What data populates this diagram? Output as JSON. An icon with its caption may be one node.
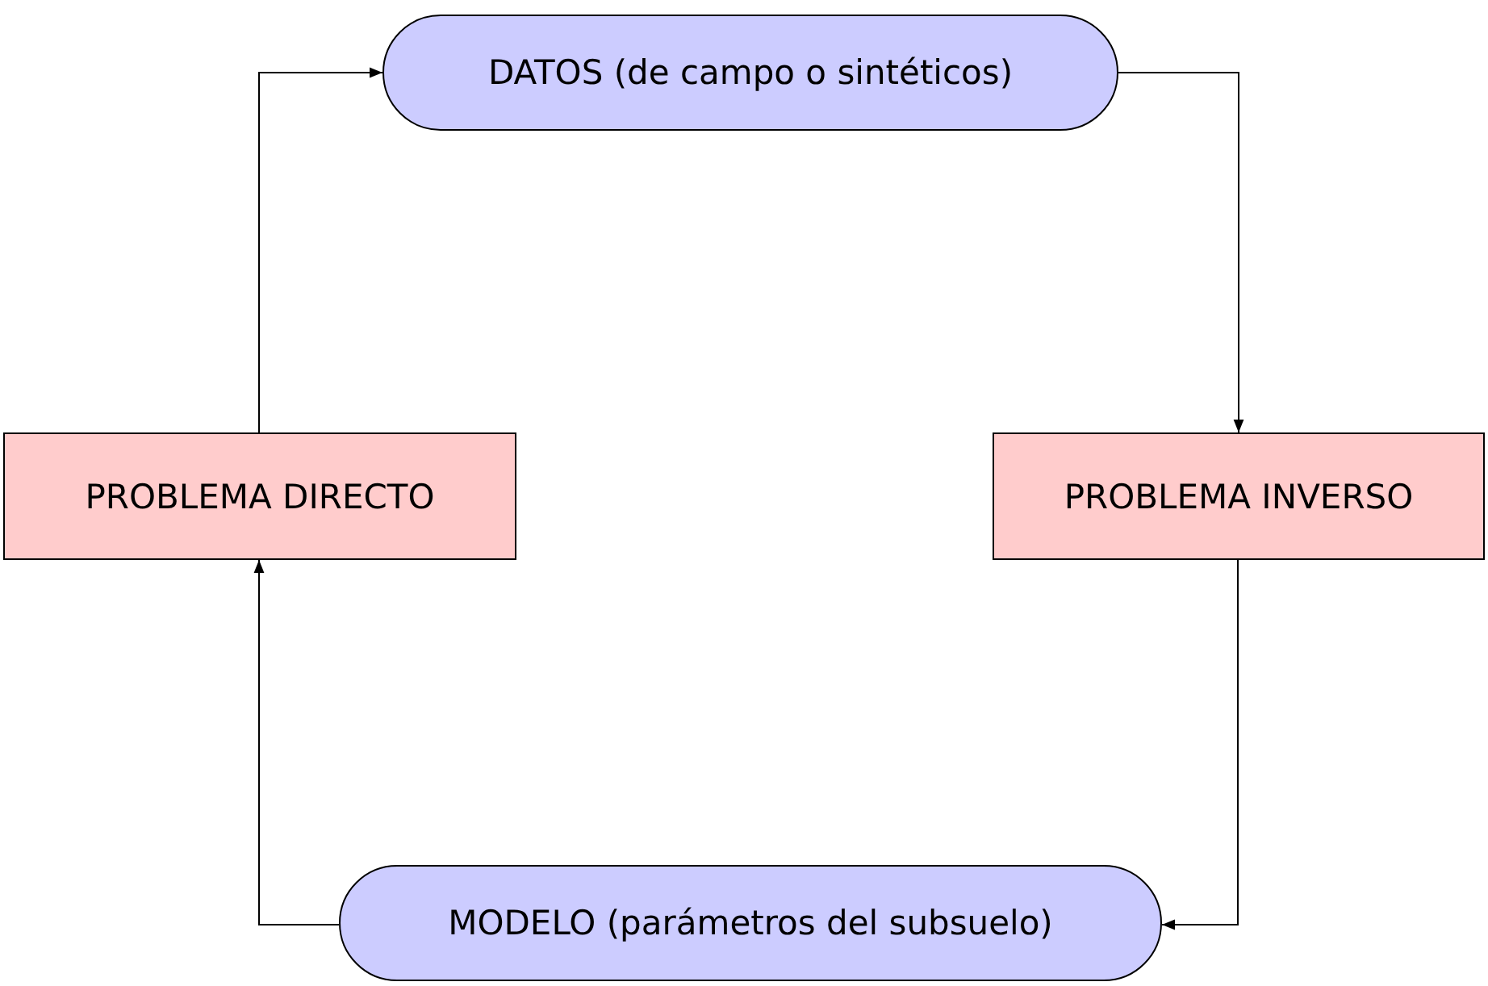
{
  "diagram": {
    "nodes": [
      {
        "text": [
          "DATOS (de campo o sintéticos)"
        ]
      },
      {
        "text": [
          "PROBLEMA INVERSO"
        ]
      },
      {
        "text": [
          "MODELO (parámetros del subsuelo)"
        ]
      },
      {
        "text": [
          "PROBLEMA DIRECTO"
        ]
      }
    ],
    "edges": [
      {
        "from": 0,
        "to": 1,
        "arrow": "to"
      },
      {
        "from": 1,
        "to": 2,
        "arrow": "to"
      },
      {
        "from": 2,
        "to": 3,
        "arrow": "to"
      },
      {
        "from": 3,
        "to": 0,
        "arrow": "to"
      }
    ]
  }
}
